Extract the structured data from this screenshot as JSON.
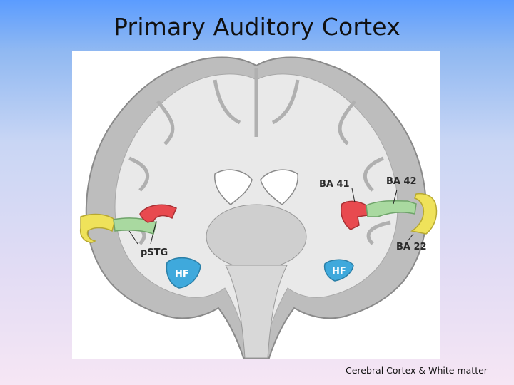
{
  "slide": {
    "title": "Primary Auditory Cortex",
    "caption": "Cerebral Cortex & White matter"
  },
  "figure": {
    "labels": {
      "pstg": "pSTG",
      "ba41": "BA 41",
      "ba42": "BA 42",
      "ba22": "BA 22",
      "hf_left": "HF",
      "hf_right": "HF"
    },
    "colors": {
      "ba41": "#e84a4f",
      "ba42": "#a9d9a0",
      "ba22": "#efe25a",
      "hf": "#3fa9dc",
      "gray_matter": "#bdbdbd",
      "white_matter": "#e9e9e9"
    }
  }
}
